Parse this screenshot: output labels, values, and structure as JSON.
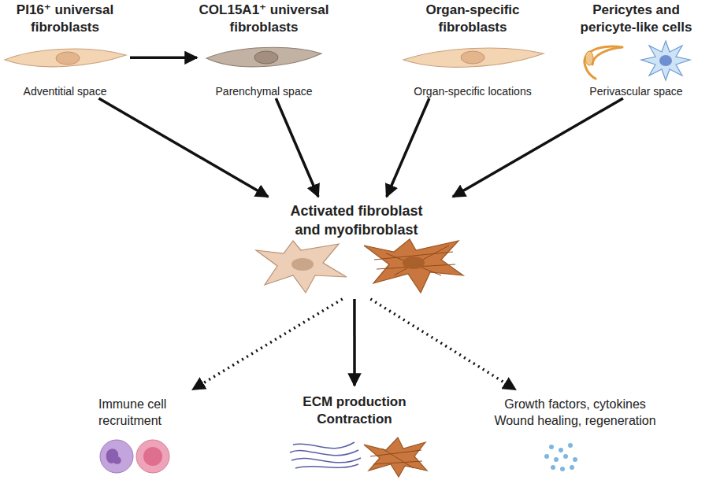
{
  "diagram": {
    "nodes": [
      {
        "text": [
          "PI16⁺ universal fibroblasts",
          "Adventitial space"
        ]
      },
      {
        "text": [
          "COL15A1⁺ universal fibroblasts",
          "Parenchymal space"
        ]
      },
      {
        "text": [
          "Organ-specific fibroblasts",
          "Organ-specific locations"
        ]
      },
      {
        "text": [
          "Pericytes and pericyte-like cells",
          "Perivascular space"
        ]
      },
      {
        "text": [
          "Activated fibroblast and myofibroblast"
        ]
      },
      {
        "text": [
          "Immune cell recruitment"
        ]
      },
      {
        "text": [
          "ECM production",
          "Contraction"
        ]
      },
      {
        "text": [
          "Growth factors, cytokines",
          "Wound healing, regeneration"
        ]
      }
    ],
    "edges": [
      {
        "from": 0,
        "to": 1,
        "arrow": "to"
      },
      {
        "from": 0,
        "to": 4,
        "arrow": "to"
      },
      {
        "from": 1,
        "to": 4,
        "arrow": "to"
      },
      {
        "from": 2,
        "to": 4,
        "arrow": "to"
      },
      {
        "from": 3,
        "to": 4,
        "arrow": "to"
      },
      {
        "from": 4,
        "to": 5,
        "arrow": "to"
      },
      {
        "from": 4,
        "to": 6,
        "arrow": "to"
      },
      {
        "from": 4,
        "to": 7,
        "arrow": "to"
      }
    ]
  }
}
